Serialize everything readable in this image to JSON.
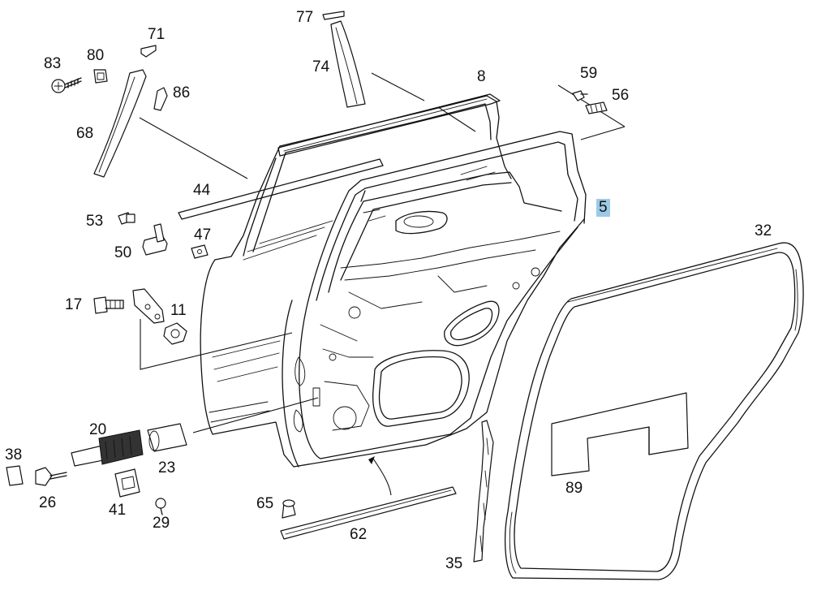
{
  "diagram": {
    "callouts": {
      "c77": "77",
      "c71": "71",
      "c80": "80",
      "c83": "83",
      "c74": "74",
      "c8": "8",
      "c59": "59",
      "c56": "56",
      "c86": "86",
      "c68": "68",
      "c44": "44",
      "c5": "5",
      "c53": "53",
      "c50": "50",
      "c47": "47",
      "c32": "32",
      "c17": "17",
      "c11": "11",
      "c20": "20",
      "c38": "38",
      "c23": "23",
      "c26": "26",
      "c41": "41",
      "c29": "29",
      "c65": "65",
      "c62": "62",
      "c89": "89",
      "c35": "35"
    },
    "highlighted_callout": "5",
    "highlight_color": "#9cc9e6"
  }
}
